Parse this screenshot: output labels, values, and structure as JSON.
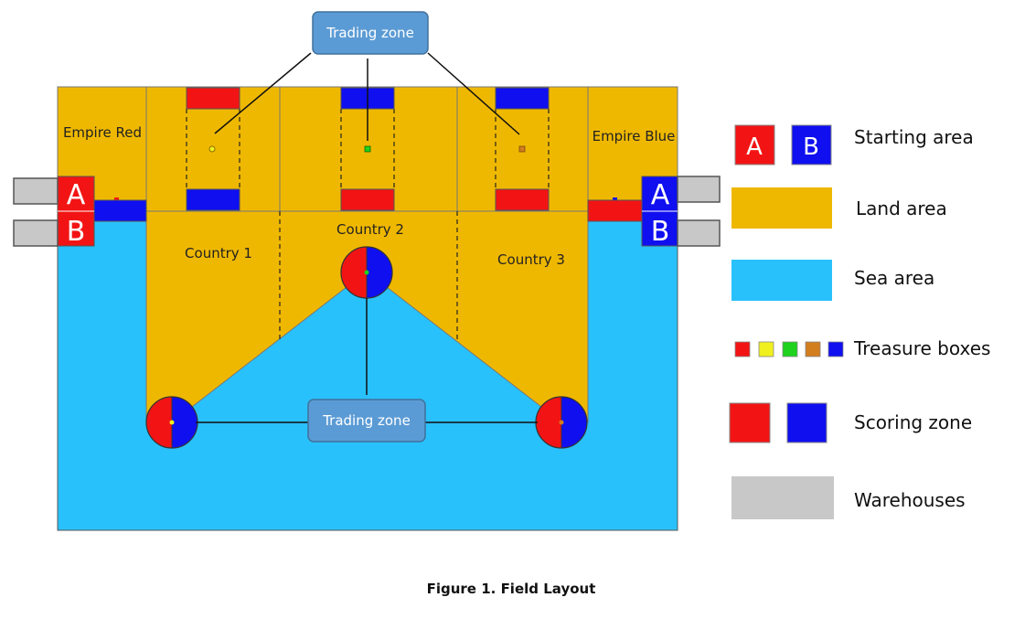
{
  "figure": {
    "caption": "Figure 1. Field Layout"
  },
  "colors": {
    "land": "#efb800",
    "sea": "#29c1fb",
    "red": "#f21414",
    "blue": "#0f0ff0",
    "warehouse": "#c8c8c8",
    "callout_fill": "#5b9bd5",
    "callout_border": "#41719c",
    "treasure": [
      "#f21414",
      "#f0f01e",
      "#1ed21e",
      "#d27d1e",
      "#0f0ff0"
    ]
  },
  "field": {
    "labels": {
      "empire_red": "Empire Red",
      "empire_blue": "Empire Blue",
      "country_1": "Country 1",
      "country_2": "Country 2",
      "country_3": "Country 3"
    },
    "start_letters": {
      "a": "A",
      "b": "B"
    },
    "callouts": {
      "top": "Trading zone",
      "bottom": "Trading zone"
    }
  },
  "legend": {
    "starting_area": {
      "label": "Starting area",
      "letter_a": "A",
      "letter_b": "B"
    },
    "land_area": {
      "label": "Land area"
    },
    "sea_area": {
      "label": "Sea area"
    },
    "treasure_boxes": {
      "label": "Treasure boxes"
    },
    "scoring_zone": {
      "label": "Scoring zone"
    },
    "warehouses": {
      "label": "Warehouses"
    }
  }
}
